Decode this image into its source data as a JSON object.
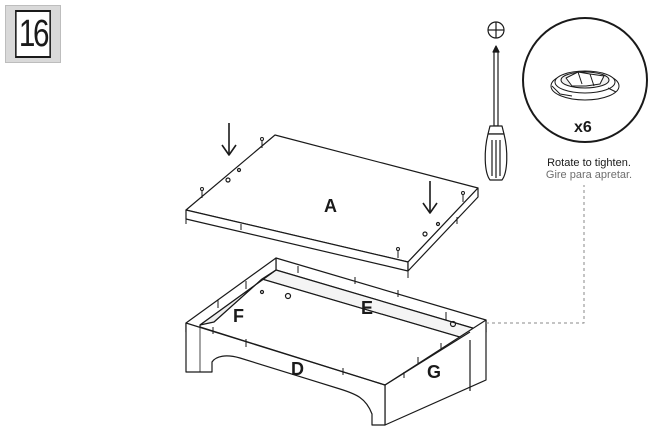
{
  "step": "16",
  "parts": {
    "a": "A",
    "d": "D",
    "e": "E",
    "f": "F",
    "g": "G"
  },
  "quantity": "x6",
  "caption": {
    "en": "Rotate to tighten.",
    "es": "Gire para apretar."
  },
  "icons": [
    "phillips-screwdriver-icon",
    "cam-lock-icon",
    "down-arrow-icon"
  ],
  "colors": {
    "line": "#1a1a1a",
    "frame": "#d9d9d9",
    "leader": "#888888"
  }
}
